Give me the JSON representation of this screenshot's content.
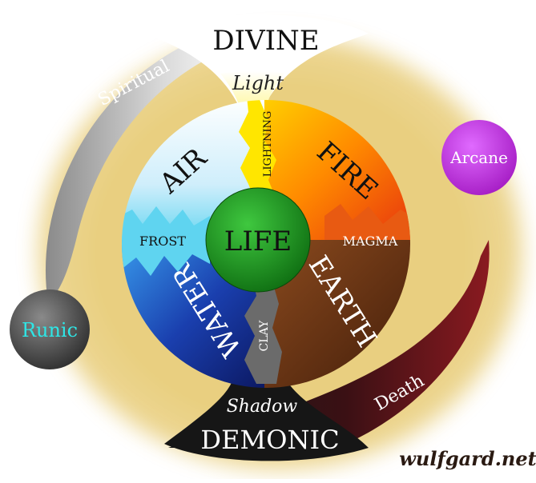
{
  "diagram": {
    "center": "LIFE",
    "quadrants": {
      "air": "AIR",
      "fire": "FIRE",
      "water": "WATER",
      "earth": "EARTH"
    },
    "boundaries": {
      "lightning": "LIGHTNING",
      "frost": "FROST",
      "magma": "MAGMA",
      "clay": "CLAY"
    },
    "poles": {
      "top": "DIVINE",
      "top_inner": "Light",
      "bottom": "DEMONIC",
      "bottom_inner": "Shadow"
    },
    "arms": {
      "upper": "Spiritual",
      "lower": "Death"
    },
    "orbs": {
      "arcane": "Arcane",
      "runic": "Runic"
    }
  },
  "watermark": "wulfgard.net",
  "colors": {
    "sand": "#e9cf7f",
    "life": "#1e9a1e",
    "arcane": "#cc33ee",
    "runic_text": "#2ee6e6",
    "death": "#5a0e14",
    "demonic": "#1a1a1a"
  }
}
